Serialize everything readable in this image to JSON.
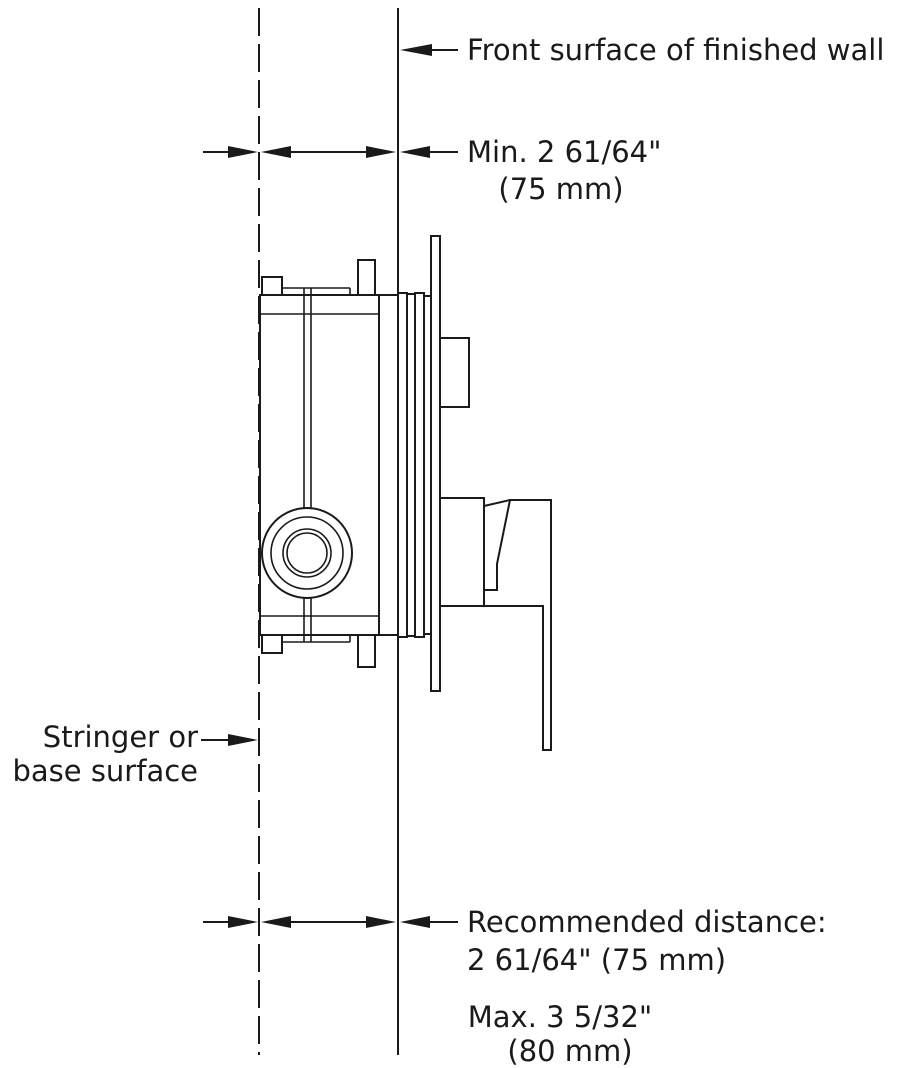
{
  "labels": {
    "front_wall": "Front surface of finished wall",
    "min_line1": "Min. 2 61/64\"",
    "min_line2": "(75 mm)",
    "stringer_line1": "Stringer or",
    "stringer_line2": "base surface",
    "recommended_line1": "Recommended distance:",
    "recommended_line2": "2 61/64\" (75 mm)",
    "max_line1": "Max. 3 5/32\"",
    "max_line2": "(80 mm)"
  },
  "colors": {
    "line": "#1a1a1a",
    "background": "#ffffff"
  }
}
